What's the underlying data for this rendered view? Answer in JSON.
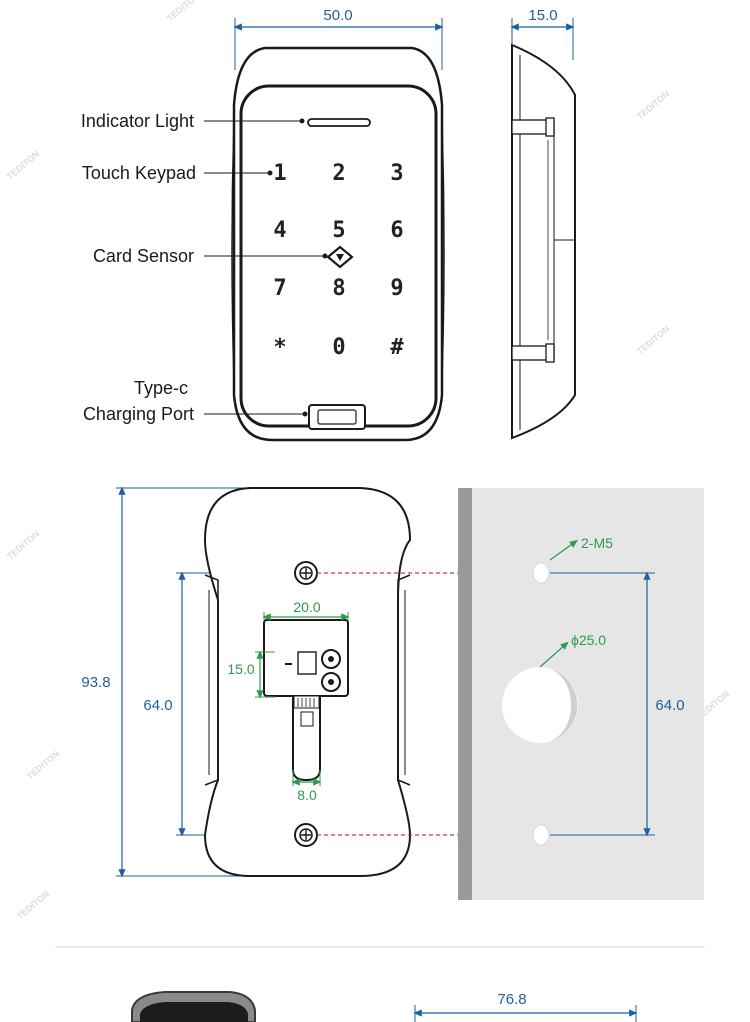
{
  "labels": {
    "indicator": "Indicator Light",
    "keypad": "Touch Keypad",
    "card": "Card Sensor",
    "typec_1": "Type-c",
    "typec_2": "Charging Port"
  },
  "dims": {
    "front_width": "50.0",
    "side_depth": "15.0",
    "height": "93.8",
    "hole_spacing_left": "64.0",
    "hole_spacing_right": "64.0",
    "board_width": "20.0",
    "board_height": "15.0",
    "connector_width": "8.0",
    "screw": "2-M5",
    "hole_dia": "ϕ25.0",
    "bottom_width": "76.8"
  },
  "keys": [
    "1",
    "2",
    "3",
    "4",
    "5",
    "6",
    "7",
    "8",
    "9",
    "*",
    "0",
    "#"
  ],
  "watermark": "TEDITON",
  "colors": {
    "dimension_blue": "#1f5f9e",
    "dimension_green": "#2e9a4f",
    "leader_red": "#d23a3a",
    "wall_gray": "#e6e6e6",
    "wall_edge": "#9a9a9a"
  }
}
